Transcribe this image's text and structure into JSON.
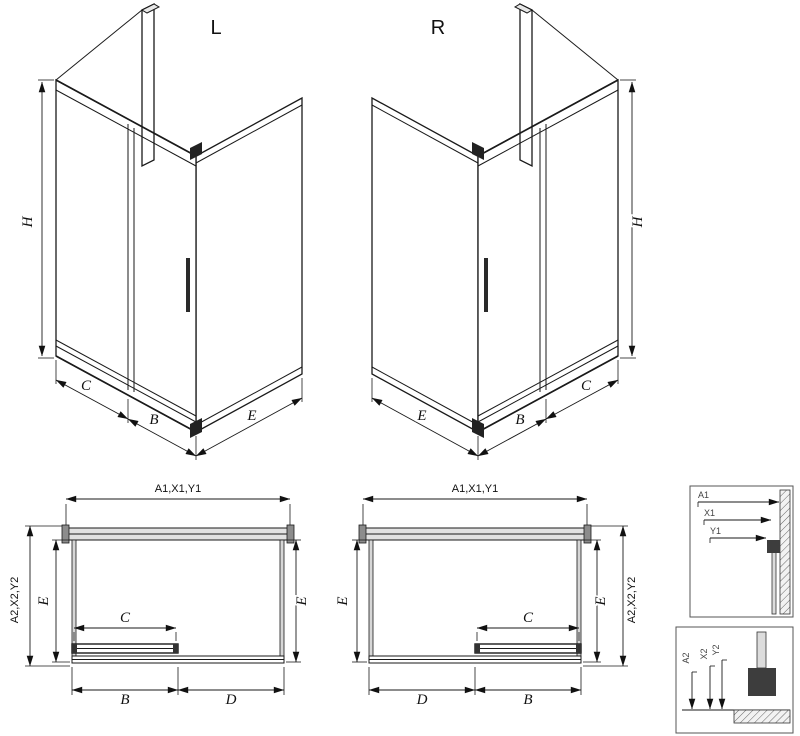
{
  "iso_left": {
    "variant": "L",
    "dims": {
      "height": "H",
      "fixed_width": "C",
      "door_width": "B",
      "side_depth": "E"
    }
  },
  "iso_right": {
    "variant": "R",
    "dims": {
      "height": "H",
      "fixed_width": "C",
      "door_width": "B",
      "side_depth": "E"
    }
  },
  "plan_left": {
    "width_top": "A1,X1,Y1",
    "depth_overall": "A2,X2,Y2",
    "depth_left": "E",
    "depth_right": "E",
    "opening": "C",
    "door_bottom": "B",
    "panel_bottom": "D"
  },
  "plan_right": {
    "width_top": "A1,X1,Y1",
    "depth_overall": "A2,X2,Y2",
    "depth_left": "E",
    "depth_right": "E",
    "opening": "C",
    "door_bottom": "B",
    "panel_bottom": "D"
  },
  "detail_top": {
    "dim1": "A1",
    "dim2": "X1",
    "dim3": "Y1"
  },
  "detail_bottom": {
    "dim1": "A2",
    "dim2": "X2",
    "dim3": "Y2"
  },
  "colors": {
    "line": "#1a1a1a",
    "glass_fill": "#ffffff",
    "shade_fill": "#e2e2e2",
    "profile_dark": "#3d3d3d"
  }
}
